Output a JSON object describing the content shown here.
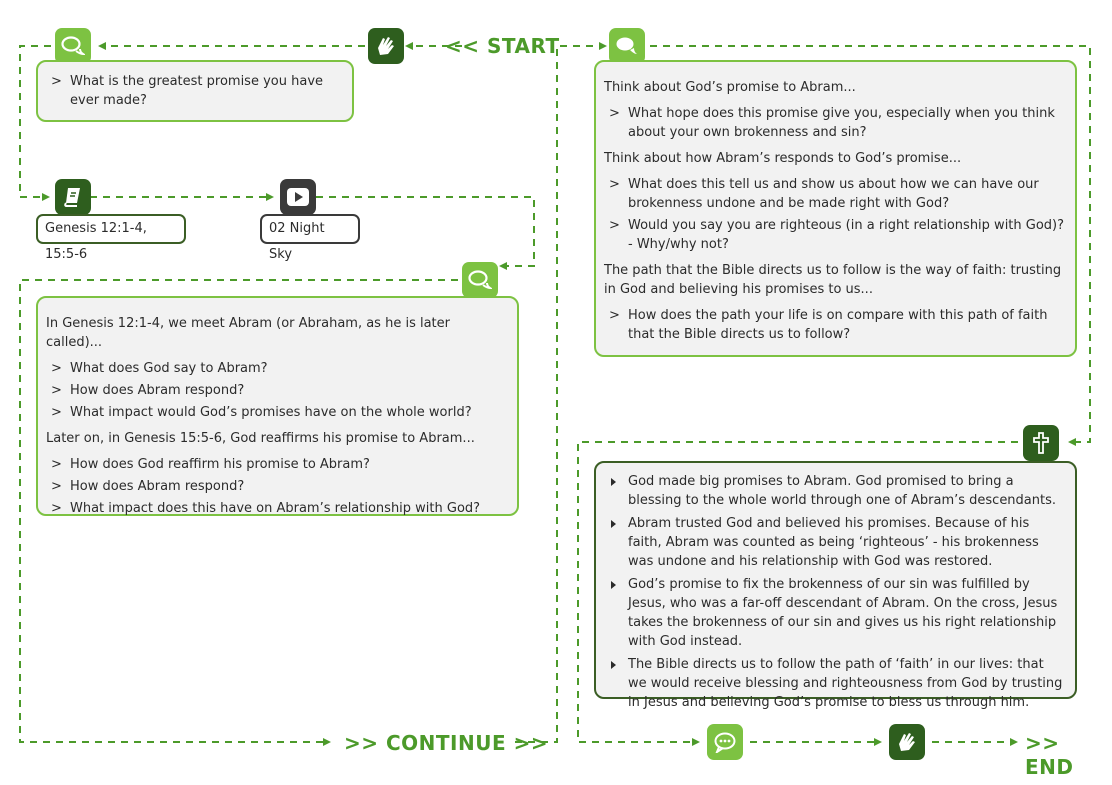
{
  "labels": {
    "start": "<< START",
    "continue": ">> CONTINUE >>",
    "end": ">> END"
  },
  "icons": {
    "discuss": "speech-bubbles-icon",
    "pray": "praying-hands-icon",
    "bible": "book-icon",
    "video": "play-icon",
    "cross": "cross-icon",
    "chat": "chat-bubble-icon"
  },
  "colors": {
    "accent": "#7dc242",
    "accent_dark": "#2e5e1e",
    "label": "#4c9a2a"
  },
  "opening": {
    "questions": [
      "What is the greatest promise you have ever made?"
    ]
  },
  "references": {
    "bible": "Genesis 12:1-4, 15:5-6",
    "video": "02 Night Sky"
  },
  "discussion1": {
    "intro1": "In Genesis 12:1-4, we meet Abram (or Abraham, as he is later called)...",
    "questions1": [
      "What does God say to Abram?",
      "How does Abram respond?",
      "What impact would God’s promises have on the whole world?"
    ],
    "intro2": "Later on, in Genesis 15:5-6, God reaffirms his promise to Abram...",
    "questions2": [
      "How does God reaffirm his promise to Abram?",
      "How does Abram respond?",
      "What impact does this have on Abram’s relationship with God?"
    ]
  },
  "discussion2": {
    "intro1": "Think about God’s promise to Abram...",
    "questions1": [
      "What hope does this promise give you, especially when you think about your own brokenness and sin?"
    ],
    "intro2": "Think about how Abram’s responds to God’s promise...",
    "questions2": [
      "What does this tell us and show us about how we can have our brokenness undone and be made right with God?",
      "Would you say you are righteous (in a right relationship with God)?",
      "- Why/why not?"
    ],
    "intro3": "The path that the Bible directs us to follow is the way of faith: trusting in God and believing his promises to us...",
    "questions3": [
      "How does the path your life is on compare with this path of faith that the Bible directs us to follow?"
    ]
  },
  "summary": {
    "points": [
      "God made big promises to Abram. God promised to bring a blessing to the whole world through one of Abram’s descendants.",
      "Abram trusted God and believed his promises. Because of his faith, Abram was counted as being ‘righteous’ - his brokenness was undone and his relationship with God was restored.",
      "God’s promise to fix the brokenness of our sin was fulfilled by Jesus, who was a far-off descendant of Abram. On the cross, Jesus takes the brokenness of our sin and gives us his right relationship with God instead.",
      "The Bible directs us to follow the path of ‘faith’ in our lives: that we would receive blessing and righteousness from God by trusting in Jesus and believing God’s promise to bless us through him."
    ]
  }
}
